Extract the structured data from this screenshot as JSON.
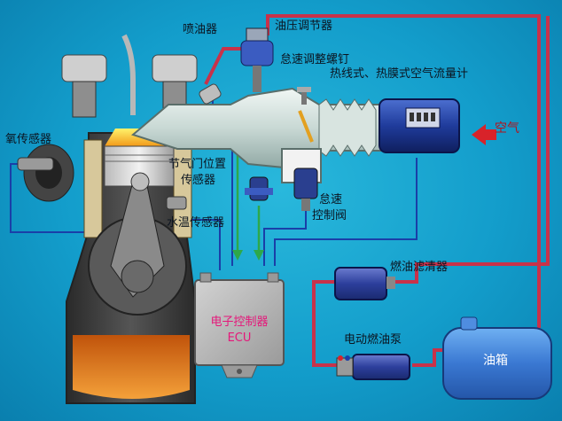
{
  "labels": {
    "injector": "喷油器",
    "pressure_regulator": "油压调节器",
    "idle_screw": "怠速调整螺钉",
    "air_flow_meter": "热线式、热膜式空气流量计",
    "air": "空气",
    "oxygen_sensor": "氧传感器",
    "throttle_sensor_line1": "节气门位置",
    "throttle_sensor_line2": "传感器",
    "idle_valve_line1": "怠速",
    "idle_valve_line2": "控制阀",
    "coolant_sensor": "水温传感器",
    "fuel_filter": "燃油滤清器",
    "ecu_line1": "电子控制器",
    "ecu_line2": "ECU",
    "fuel_pump": "电动燃油泵",
    "fuel_tank": "油箱"
  },
  "colors": {
    "background": "#139dcb",
    "fuel_line": "#c8324a",
    "signal_line": "#1a3fa8",
    "control_line": "#2ea84a",
    "ecu_text": "#e5177a",
    "engine_block": "#3a3a3a",
    "fuel_tank": "#3f7fd6",
    "air_arrow": "#d8232a"
  }
}
